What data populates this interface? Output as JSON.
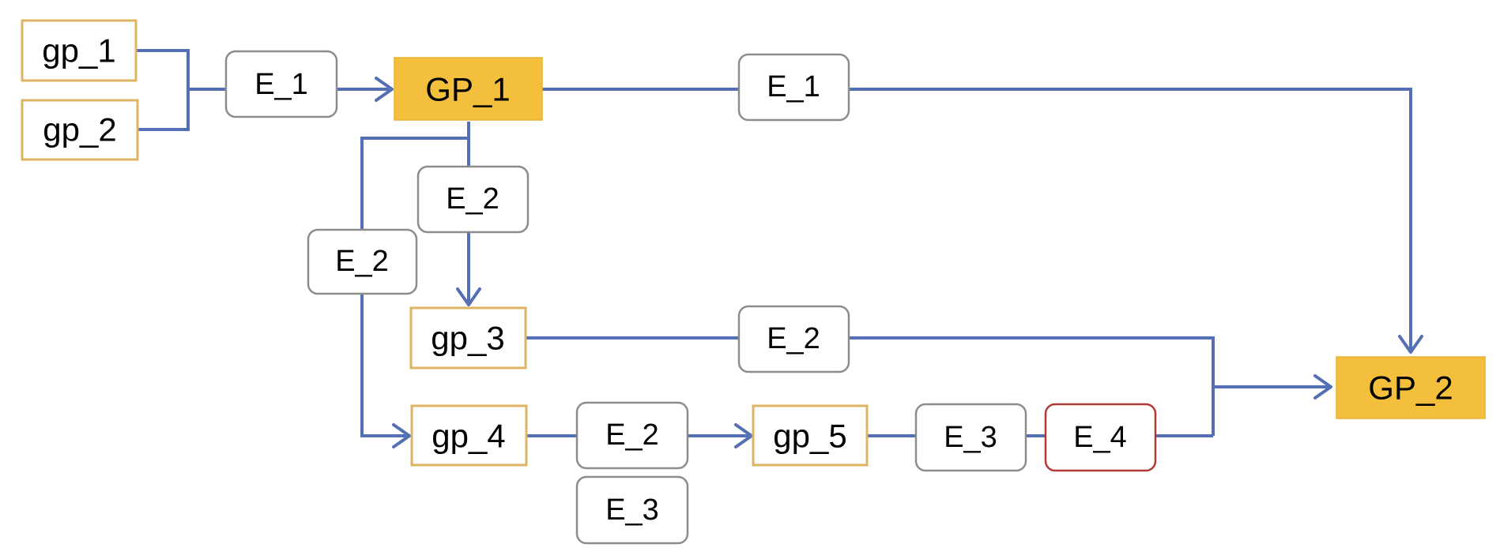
{
  "diagram": {
    "colors": {
      "connector": "#5470b5",
      "gp_fill": "#f5bf3e",
      "gp_border": "#deb463",
      "e_border": "#8c8c8c",
      "e4_border": "#b13a37"
    },
    "nodes": {
      "gp1_small": "gp_1",
      "gp2_small": "gp_2",
      "gp3": "gp_3",
      "gp4": "gp_4",
      "gp5": "gp_5",
      "GP1": "GP_1",
      "GP2": "GP_2",
      "e1_left": "E_1",
      "e1_top": "E_1",
      "e2_inner": "E_2",
      "e2_outer": "E_2",
      "e2_right": "E_2",
      "e2_bottom": "E_2",
      "e3_stack": "E_3",
      "e3_chain": "E_3",
      "e4_chain": "E_4"
    }
  }
}
